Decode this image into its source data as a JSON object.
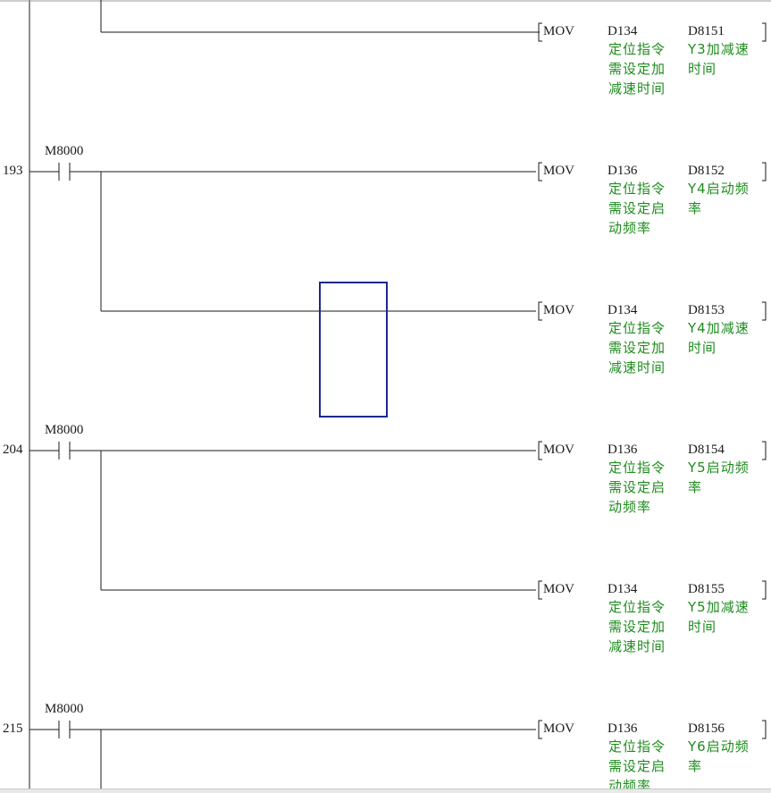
{
  "window": {
    "colors": {
      "background": "#ffffff",
      "wire": "#1a1a1a",
      "comment": "#1e8c1e",
      "cursor": "#1a2a8c"
    }
  },
  "rungs": [
    {
      "step": "",
      "contact": "",
      "instructions": [
        {
          "op": "MOV",
          "src": "D134",
          "src_comment": "定位指令\n需设定加\n减速时间",
          "dst": "D8151",
          "dst_comment": "Y3加减速\n时间"
        }
      ]
    },
    {
      "step": "193",
      "contact": "M8000",
      "instructions": [
        {
          "op": "MOV",
          "src": "D136",
          "src_comment": "定位指令\n需设定启\n动频率",
          "dst": "D8152",
          "dst_comment": "Y4启动频\n率"
        },
        {
          "op": "MOV",
          "src": "D134",
          "src_comment": "定位指令\n需设定加\n减速时间",
          "dst": "D8153",
          "dst_comment": "Y4加减速\n时间"
        }
      ]
    },
    {
      "step": "204",
      "contact": "M8000",
      "instructions": [
        {
          "op": "MOV",
          "src": "D136",
          "src_comment": "定位指令\n需设定启\n动频率",
          "dst": "D8154",
          "dst_comment": "Y5启动频\n率"
        },
        {
          "op": "MOV",
          "src": "D134",
          "src_comment": "定位指令\n需设定加\n减速时间",
          "dst": "D8155",
          "dst_comment": "Y5加减速\n时间"
        }
      ]
    },
    {
      "step": "215",
      "contact": "M8000",
      "instructions": [
        {
          "op": "MOV",
          "src": "D136",
          "src_comment": "定位指令\n需设定启\n动频率",
          "dst": "D8156",
          "dst_comment": "Y6启动频\n率"
        }
      ]
    }
  ]
}
